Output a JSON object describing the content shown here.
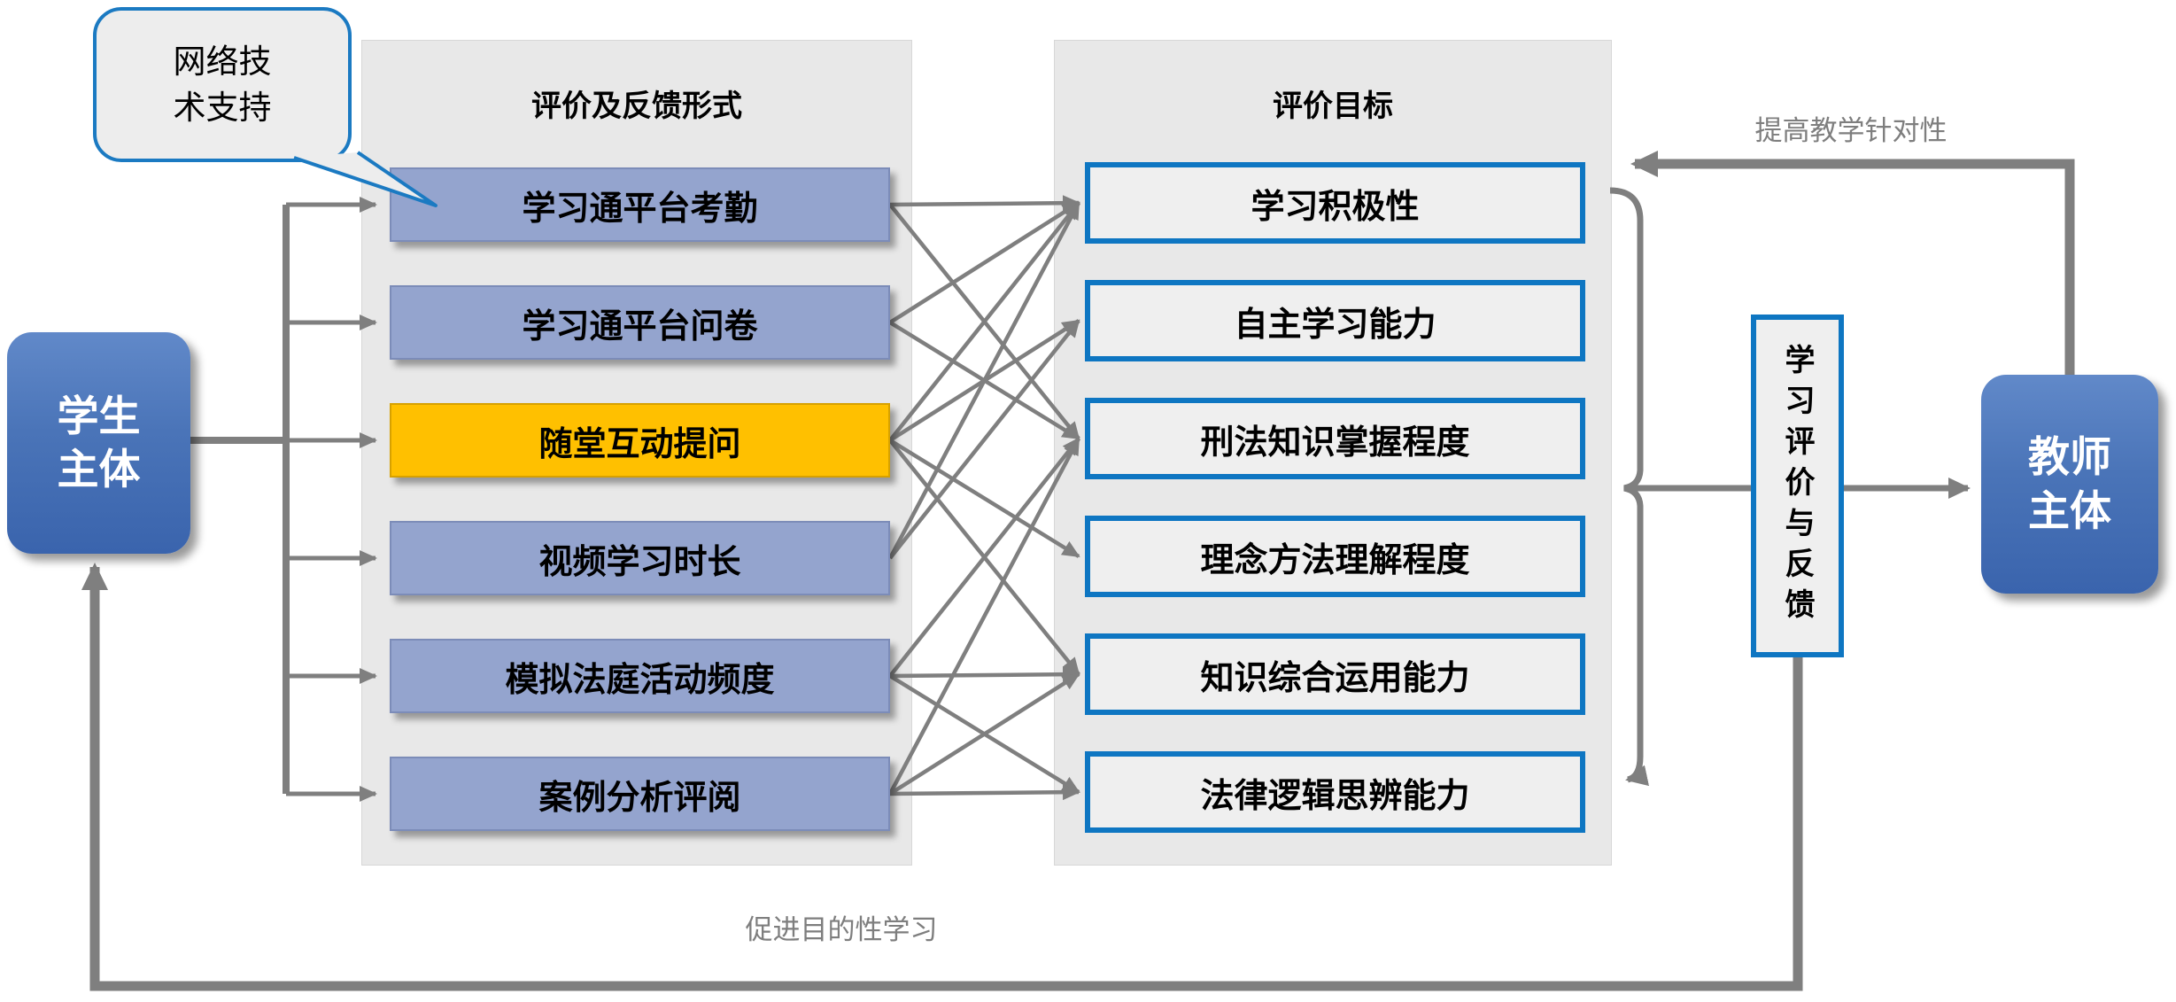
{
  "colors": {
    "line_gray": "#7F7F7F",
    "panel_bg": "#E8E8E8",
    "item_blue": "#94A4CE",
    "item_orange_highlight": "#FFC000",
    "target_border_blue": "#0E76C2",
    "bubble_border_blue": "#1B7AC2",
    "node_blue_top": "#6189C9",
    "node_blue_bottom": "#3A64AD",
    "label_gray": "#7E7E7E"
  },
  "bubble": {
    "lines": [
      "网络技",
      "术支持"
    ]
  },
  "student_node": {
    "lines": [
      "学生",
      "主体"
    ]
  },
  "teacher_node": {
    "lines": [
      "教师",
      "主体"
    ]
  },
  "left_panel": {
    "title": "评价及反馈形式",
    "items": [
      {
        "id": "L1",
        "label": "学习通平台考勤",
        "highlight": false
      },
      {
        "id": "L2",
        "label": "学习通平台问卷",
        "highlight": false
      },
      {
        "id": "L3",
        "label": "随堂互动提问",
        "highlight": true
      },
      {
        "id": "L4",
        "label": "视频学习时长",
        "highlight": false
      },
      {
        "id": "L5",
        "label": "模拟法庭活动频度",
        "highlight": false
      },
      {
        "id": "L6",
        "label": "案例分析评阅",
        "highlight": false
      }
    ]
  },
  "right_panel": {
    "title": "评价目标",
    "items": [
      {
        "id": "R1",
        "label": "学习积极性"
      },
      {
        "id": "R2",
        "label": "自主学习能力"
      },
      {
        "id": "R3",
        "label": "刑法知识掌握程度"
      },
      {
        "id": "R4",
        "label": "理念方法理解程度"
      },
      {
        "id": "R5",
        "label": "知识综合运用能力"
      },
      {
        "id": "R6",
        "label": "法律逻辑思辨能力"
      }
    ]
  },
  "feedback_box": {
    "text": "学习评价与反馈"
  },
  "flow_labels": {
    "top": "提高教学针对性",
    "bottom": "促进目的性学习"
  },
  "connections": [
    {
      "from": "L1",
      "to": "R1"
    },
    {
      "from": "L1",
      "to": "R3"
    },
    {
      "from": "L2",
      "to": "R1"
    },
    {
      "from": "L2",
      "to": "R3"
    },
    {
      "from": "L3",
      "to": "R1"
    },
    {
      "from": "L3",
      "to": "R2"
    },
    {
      "from": "L3",
      "to": "R4"
    },
    {
      "from": "L3",
      "to": "R5"
    },
    {
      "from": "L4",
      "to": "R1"
    },
    {
      "from": "L4",
      "to": "R2"
    },
    {
      "from": "L5",
      "to": "R3"
    },
    {
      "from": "L5",
      "to": "R5"
    },
    {
      "from": "L5",
      "to": "R6"
    },
    {
      "from": "L6",
      "to": "R3"
    },
    {
      "from": "L6",
      "to": "R5"
    },
    {
      "from": "L6",
      "to": "R6"
    }
  ]
}
